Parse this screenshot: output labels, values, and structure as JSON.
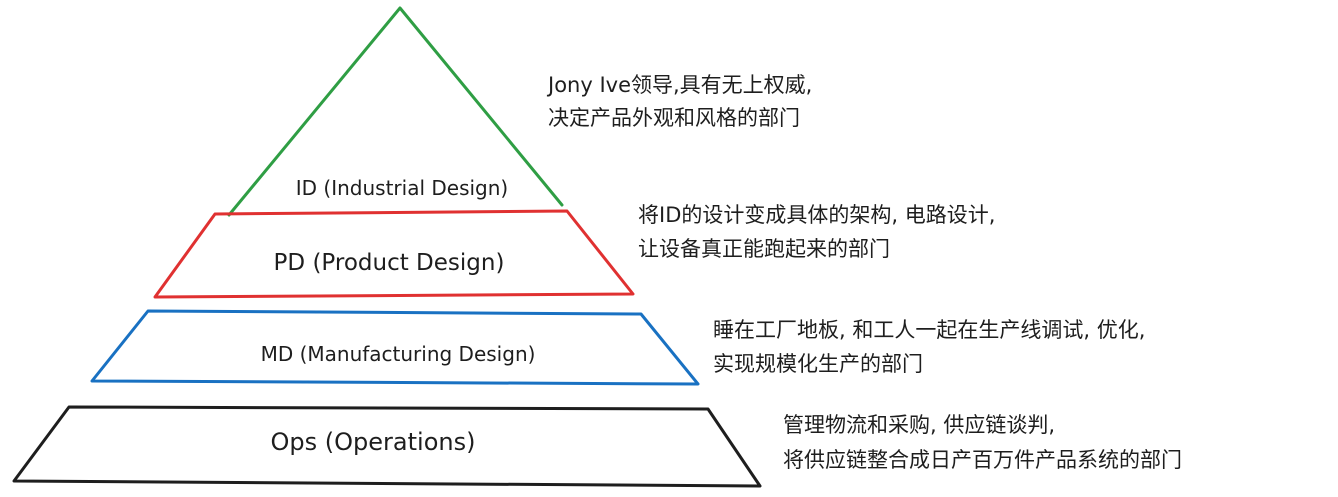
{
  "colors": {
    "id": "#2f9e44",
    "pd": "#e03131",
    "md": "#1971c2",
    "ops": "#1e1e1e",
    "text": "#1e1e1e"
  },
  "tiers": {
    "id": {
      "label": "ID (Industrial Design)"
    },
    "pd": {
      "label": "PD (Product Design)"
    },
    "md": {
      "label": "MD (Manufacturing Design)"
    },
    "ops": {
      "label": "Ops (Operations)"
    }
  },
  "descriptions": {
    "id": [
      "Jony Ive领导,具有无上权威,",
      "决定产品外观和风格的部门"
    ],
    "pd": [
      "将ID的设计变成具体的架构, 电路设计,",
      "让设备真正能跑起来的部门"
    ],
    "md": [
      "睡在工厂地板, 和工人一起在生产线调试, 优化,",
      "实现规模化生产的部门"
    ],
    "ops": [
      "管理物流和采购, 供应链谈判,",
      "将供应链整合成日产百万件产品系统的部门"
    ]
  }
}
